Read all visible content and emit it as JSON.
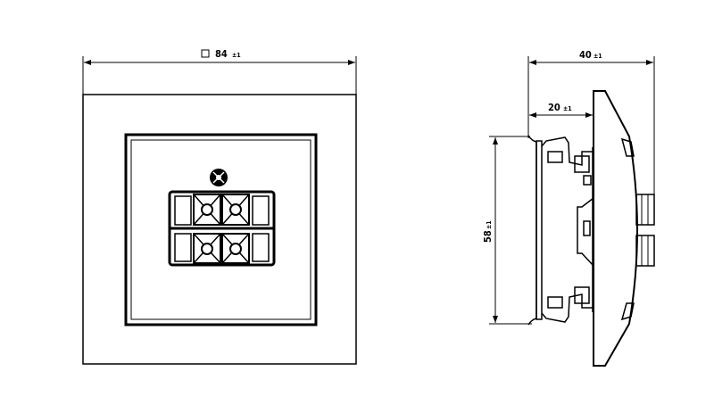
{
  "front_view": {
    "width_dimension": {
      "symbol": "□",
      "value": "84",
      "tolerance": "±1"
    }
  },
  "side_view": {
    "depth_total_dimension": {
      "value": "40",
      "tolerance": "±1"
    },
    "depth_mount_dimension": {
      "value": "20",
      "tolerance": "±1"
    },
    "height_dimension": {
      "value": "58",
      "tolerance": "±1"
    }
  },
  "colors": {
    "line": "#000000",
    "background": "#ffffff"
  }
}
